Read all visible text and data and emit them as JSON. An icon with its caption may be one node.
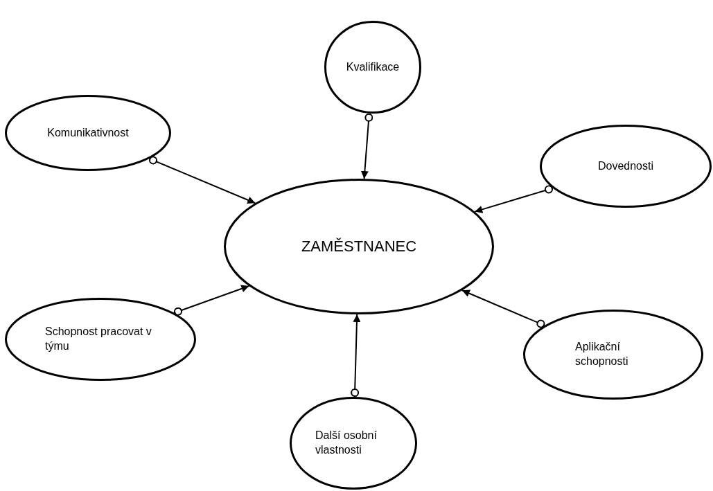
{
  "diagram": {
    "nodes": [
      {
        "text": [
          "Kvalifikace"
        ]
      },
      {
        "text": [
          "Komunikativnost"
        ]
      },
      {
        "text": [
          "Dovednosti"
        ]
      },
      {
        "text": [
          "ZAMĚSTNANEC"
        ]
      },
      {
        "text": [
          "Schopnost pracovat v týmu"
        ]
      },
      {
        "text": [
          "Aplikační schopnosti"
        ]
      },
      {
        "text": [
          "Další osobní vlastnosti"
        ]
      }
    ],
    "edges": [
      {
        "from": 0,
        "to": 3,
        "arrow": "to"
      },
      {
        "from": 1,
        "to": 3,
        "arrow": "to"
      },
      {
        "from": 2,
        "to": 3,
        "arrow": "to"
      },
      {
        "from": 4,
        "to": 3,
        "arrow": "to"
      },
      {
        "from": 5,
        "to": 3,
        "arrow": "to"
      },
      {
        "from": 6,
        "to": 3,
        "arrow": "to"
      }
    ]
  }
}
